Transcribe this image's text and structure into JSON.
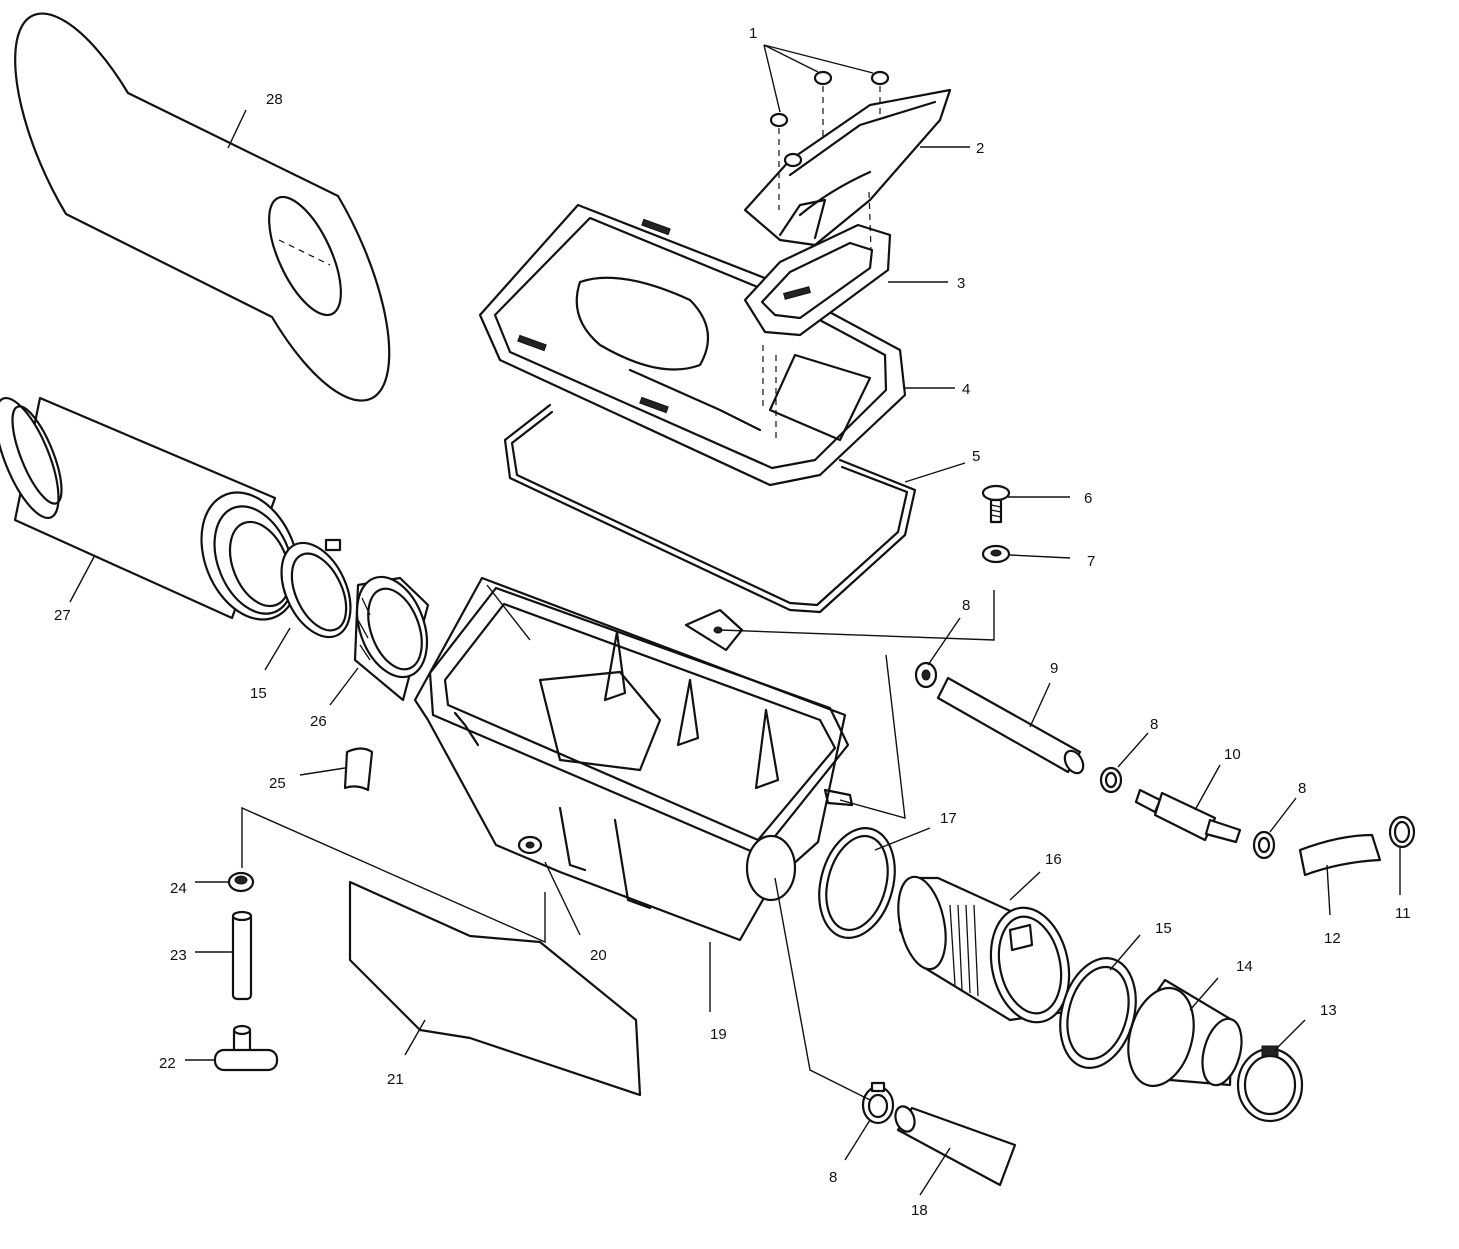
{
  "callouts": [
    {
      "id": "1",
      "label": "1"
    },
    {
      "id": "2",
      "label": "2"
    },
    {
      "id": "3",
      "label": "3"
    },
    {
      "id": "4",
      "label": "4"
    },
    {
      "id": "5",
      "label": "5"
    },
    {
      "id": "6",
      "label": "6"
    },
    {
      "id": "7",
      "label": "7"
    },
    {
      "id": "8a",
      "label": "8"
    },
    {
      "id": "8b",
      "label": "8"
    },
    {
      "id": "8c",
      "label": "8"
    },
    {
      "id": "8d",
      "label": "8"
    },
    {
      "id": "9",
      "label": "9"
    },
    {
      "id": "10",
      "label": "10"
    },
    {
      "id": "11",
      "label": "11"
    },
    {
      "id": "12",
      "label": "12"
    },
    {
      "id": "13",
      "label": "13"
    },
    {
      "id": "14",
      "label": "14"
    },
    {
      "id": "15a",
      "label": "15"
    },
    {
      "id": "15b",
      "label": "15"
    },
    {
      "id": "16",
      "label": "16"
    },
    {
      "id": "17",
      "label": "17"
    },
    {
      "id": "18",
      "label": "18"
    },
    {
      "id": "19",
      "label": "19"
    },
    {
      "id": "20",
      "label": "20"
    },
    {
      "id": "21",
      "label": "21"
    },
    {
      "id": "22",
      "label": "22"
    },
    {
      "id": "23",
      "label": "23"
    },
    {
      "id": "24",
      "label": "24"
    },
    {
      "id": "25",
      "label": "25"
    },
    {
      "id": "26",
      "label": "26"
    },
    {
      "id": "27",
      "label": "27"
    },
    {
      "id": "28",
      "label": "28"
    }
  ]
}
